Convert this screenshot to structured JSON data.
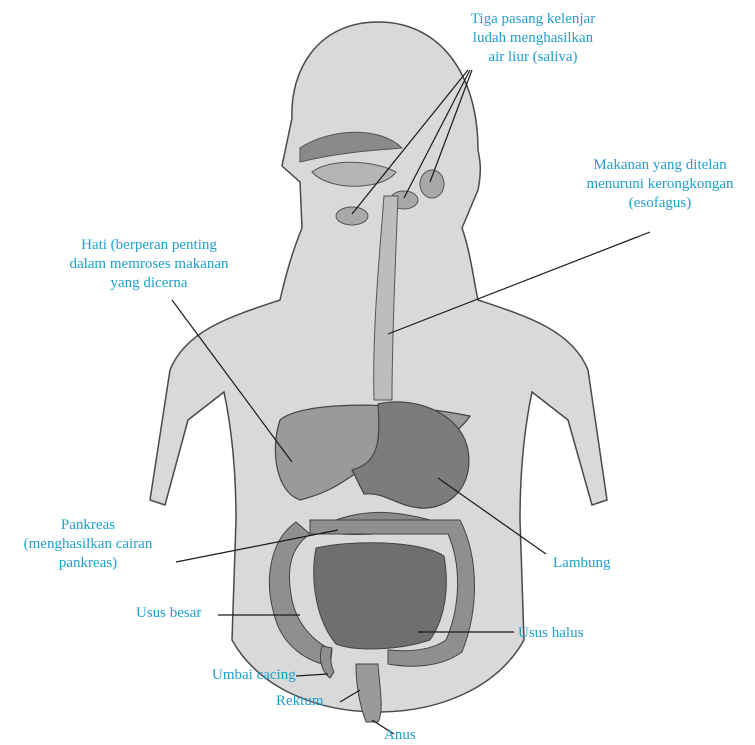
{
  "colors": {
    "label_text": "#1f9fd0",
    "leader_line": "#1a1a1a",
    "body_fill": "#d9d9d9",
    "body_outline": "#4a4a4a",
    "organ_fill": "#9a9a9a",
    "organ_dark": "#7c7c7c",
    "intestine_fill": "#8f8f8f"
  },
  "labels": {
    "saliva": [
      "Tiga pasang kelenjar",
      "ludah menghasilkan",
      "air liur (saliva)"
    ],
    "esophagus": [
      "Makanan yang ditelan",
      "menuruni kerongkongan",
      "(esofagus)"
    ],
    "liver": [
      "Hati (berperan penting",
      "dalam memroses makanan",
      "yang dicerna"
    ],
    "pancreas": [
      "Pankreas",
      "(menghasilkan cairan",
      "pankreas)"
    ],
    "stomach": "Lambung",
    "large_intestine": "Usus besar",
    "small_intestine": "Usus halus",
    "appendix": "Umbai cacing",
    "rectum": "Rektum",
    "anus": "Anus"
  }
}
